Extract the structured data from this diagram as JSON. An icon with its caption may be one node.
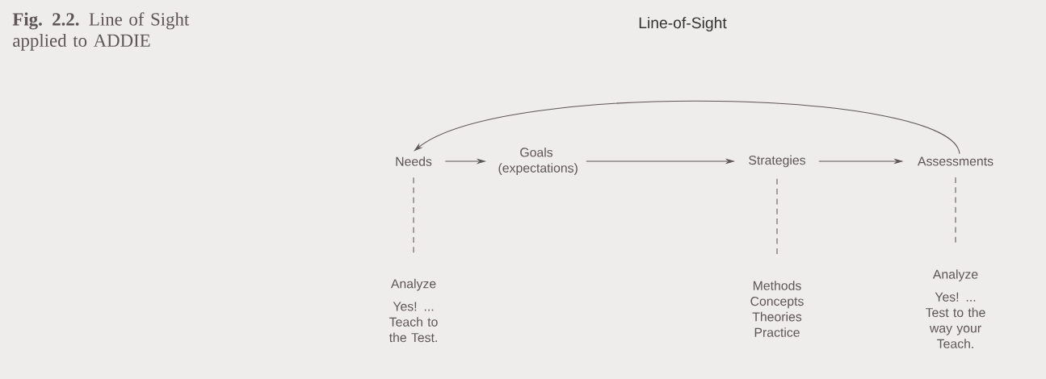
{
  "diagram": {
    "title": "Line-of-Sight",
    "caption": "**Fig. 2.2.** Line of Sight applied to ADDIE",
    "nodes": [
      {
        "text": [
          "Needs"
        ]
      },
      {
        "text": [
          "Goals (expectations)"
        ]
      },
      {
        "text": [
          "Strategies"
        ]
      },
      {
        "text": [
          "Assessments"
        ]
      },
      {
        "text": [
          "Analyze",
          "Yes! ... Teach to the Test."
        ]
      },
      {
        "text": [
          "Methods Concepts Theories Practice"
        ]
      },
      {
        "text": [
          "Analyze",
          "Yes! ... Test to the way your Teach."
        ]
      }
    ],
    "edges": [
      {
        "from": 0,
        "to": 1,
        "arrow": "to"
      },
      {
        "from": 1,
        "to": 2,
        "arrow": "to"
      },
      {
        "from": 2,
        "to": 3,
        "arrow": "to"
      },
      {
        "from": 3,
        "to": 0,
        "arrow": "to"
      },
      {
        "from": 0,
        "to": 4,
        "arrow": "none",
        "style": "dashed"
      },
      {
        "from": 2,
        "to": 5,
        "arrow": "none",
        "style": "dashed"
      },
      {
        "from": 3,
        "to": 6,
        "arrow": "none",
        "style": "dashed"
      }
    ]
  }
}
